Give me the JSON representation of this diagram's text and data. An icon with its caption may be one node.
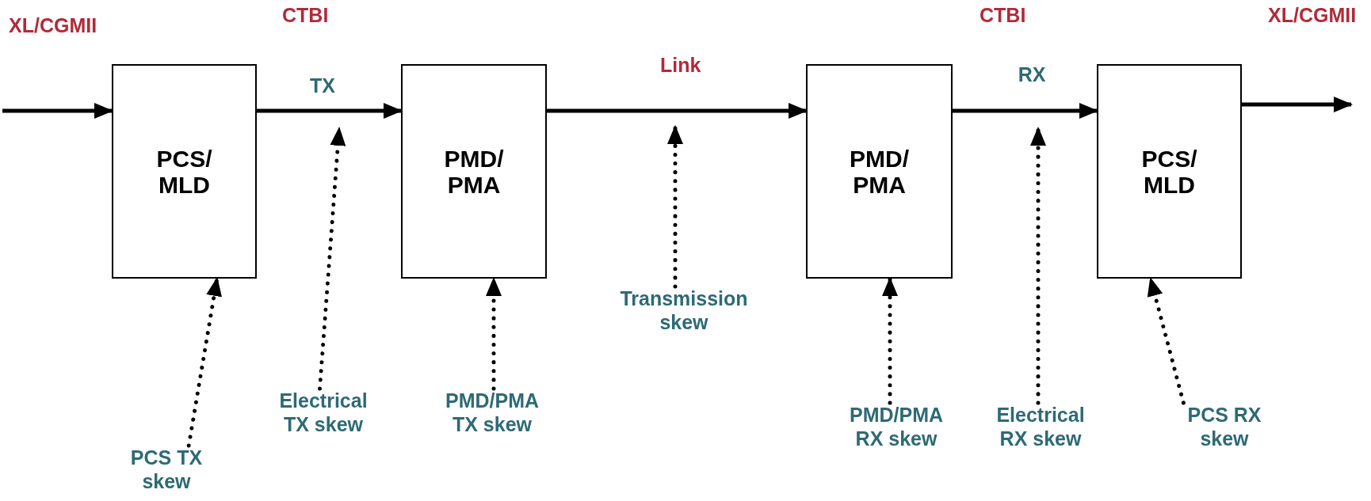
{
  "diagram": {
    "nodes": [
      {
        "text": [
          "PCS/ MLD"
        ]
      },
      {
        "text": [
          "PMD/ PMA"
        ]
      },
      {
        "text": [
          "PMD/ PMA"
        ]
      },
      {
        "text": [
          "PCS/ MLD"
        ]
      },
      {
        "text": [
          "PCS TX skew"
        ]
      },
      {
        "text": [
          "Electrical TX skew"
        ]
      },
      {
        "text": [
          "PMD/PMA TX skew"
        ]
      },
      {
        "text": [
          "Transmission skew"
        ]
      },
      {
        "text": [
          "PMD/PMA RX skew"
        ]
      },
      {
        "text": [
          "Electrical RX skew"
        ]
      },
      {
        "text": [
          "PCS RX skew"
        ]
      }
    ],
    "edges": [
      {
        "from": null,
        "to": 0,
        "arrow": "to"
      },
      {
        "from": 0,
        "to": 1,
        "arrow": "to",
        "label": "TX"
      },
      {
        "from": 1,
        "to": 2,
        "arrow": "to"
      },
      {
        "from": 2,
        "to": 3,
        "arrow": "to",
        "label": "RX"
      },
      {
        "from": 3,
        "to": null,
        "arrow": "to"
      },
      {
        "from": 4,
        "to": 0,
        "arrow": "to",
        "style": "dashed"
      },
      {
        "from": 5,
        "to": null,
        "arrow": "to",
        "style": "dashed"
      },
      {
        "from": 6,
        "to": 1,
        "arrow": "to",
        "style": "dashed"
      },
      {
        "from": 7,
        "to": null,
        "arrow": "to",
        "style": "dashed"
      },
      {
        "from": 8,
        "to": 2,
        "arrow": "to",
        "style": "dashed"
      },
      {
        "from": 9,
        "to": null,
        "arrow": "to",
        "style": "dashed"
      },
      {
        "from": 10,
        "to": 3,
        "arrow": "to",
        "style": "dashed"
      }
    ],
    "labels": [
      "XL/CGMII",
      "CTBI",
      "Link",
      "CTBI",
      "XL/CGMII"
    ]
  }
}
